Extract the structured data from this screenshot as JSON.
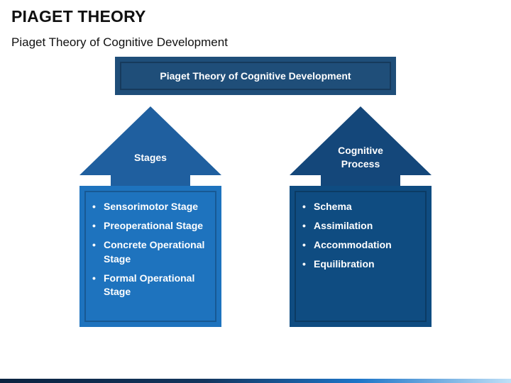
{
  "header": {
    "title": "PIAGET THEORY",
    "subtitle": "Piaget Theory of Cognitive Development"
  },
  "diagram": {
    "top_box": {
      "label": "Piaget Theory of Cognitive Development",
      "color": "#1f4e79"
    },
    "branches": [
      {
        "label": "Stages",
        "color": "#1e73be",
        "items": [
          "Sensorimotor Stage",
          "Preoperational Stage",
          "Concrete Operational Stage",
          "Formal Operational Stage"
        ]
      },
      {
        "label_line1": "Cognitive",
        "label_line2": "Process",
        "color": "#0f4c81",
        "items": [
          "Schema",
          "Assimilation",
          "Accommodation",
          "Equilibration"
        ]
      }
    ]
  }
}
